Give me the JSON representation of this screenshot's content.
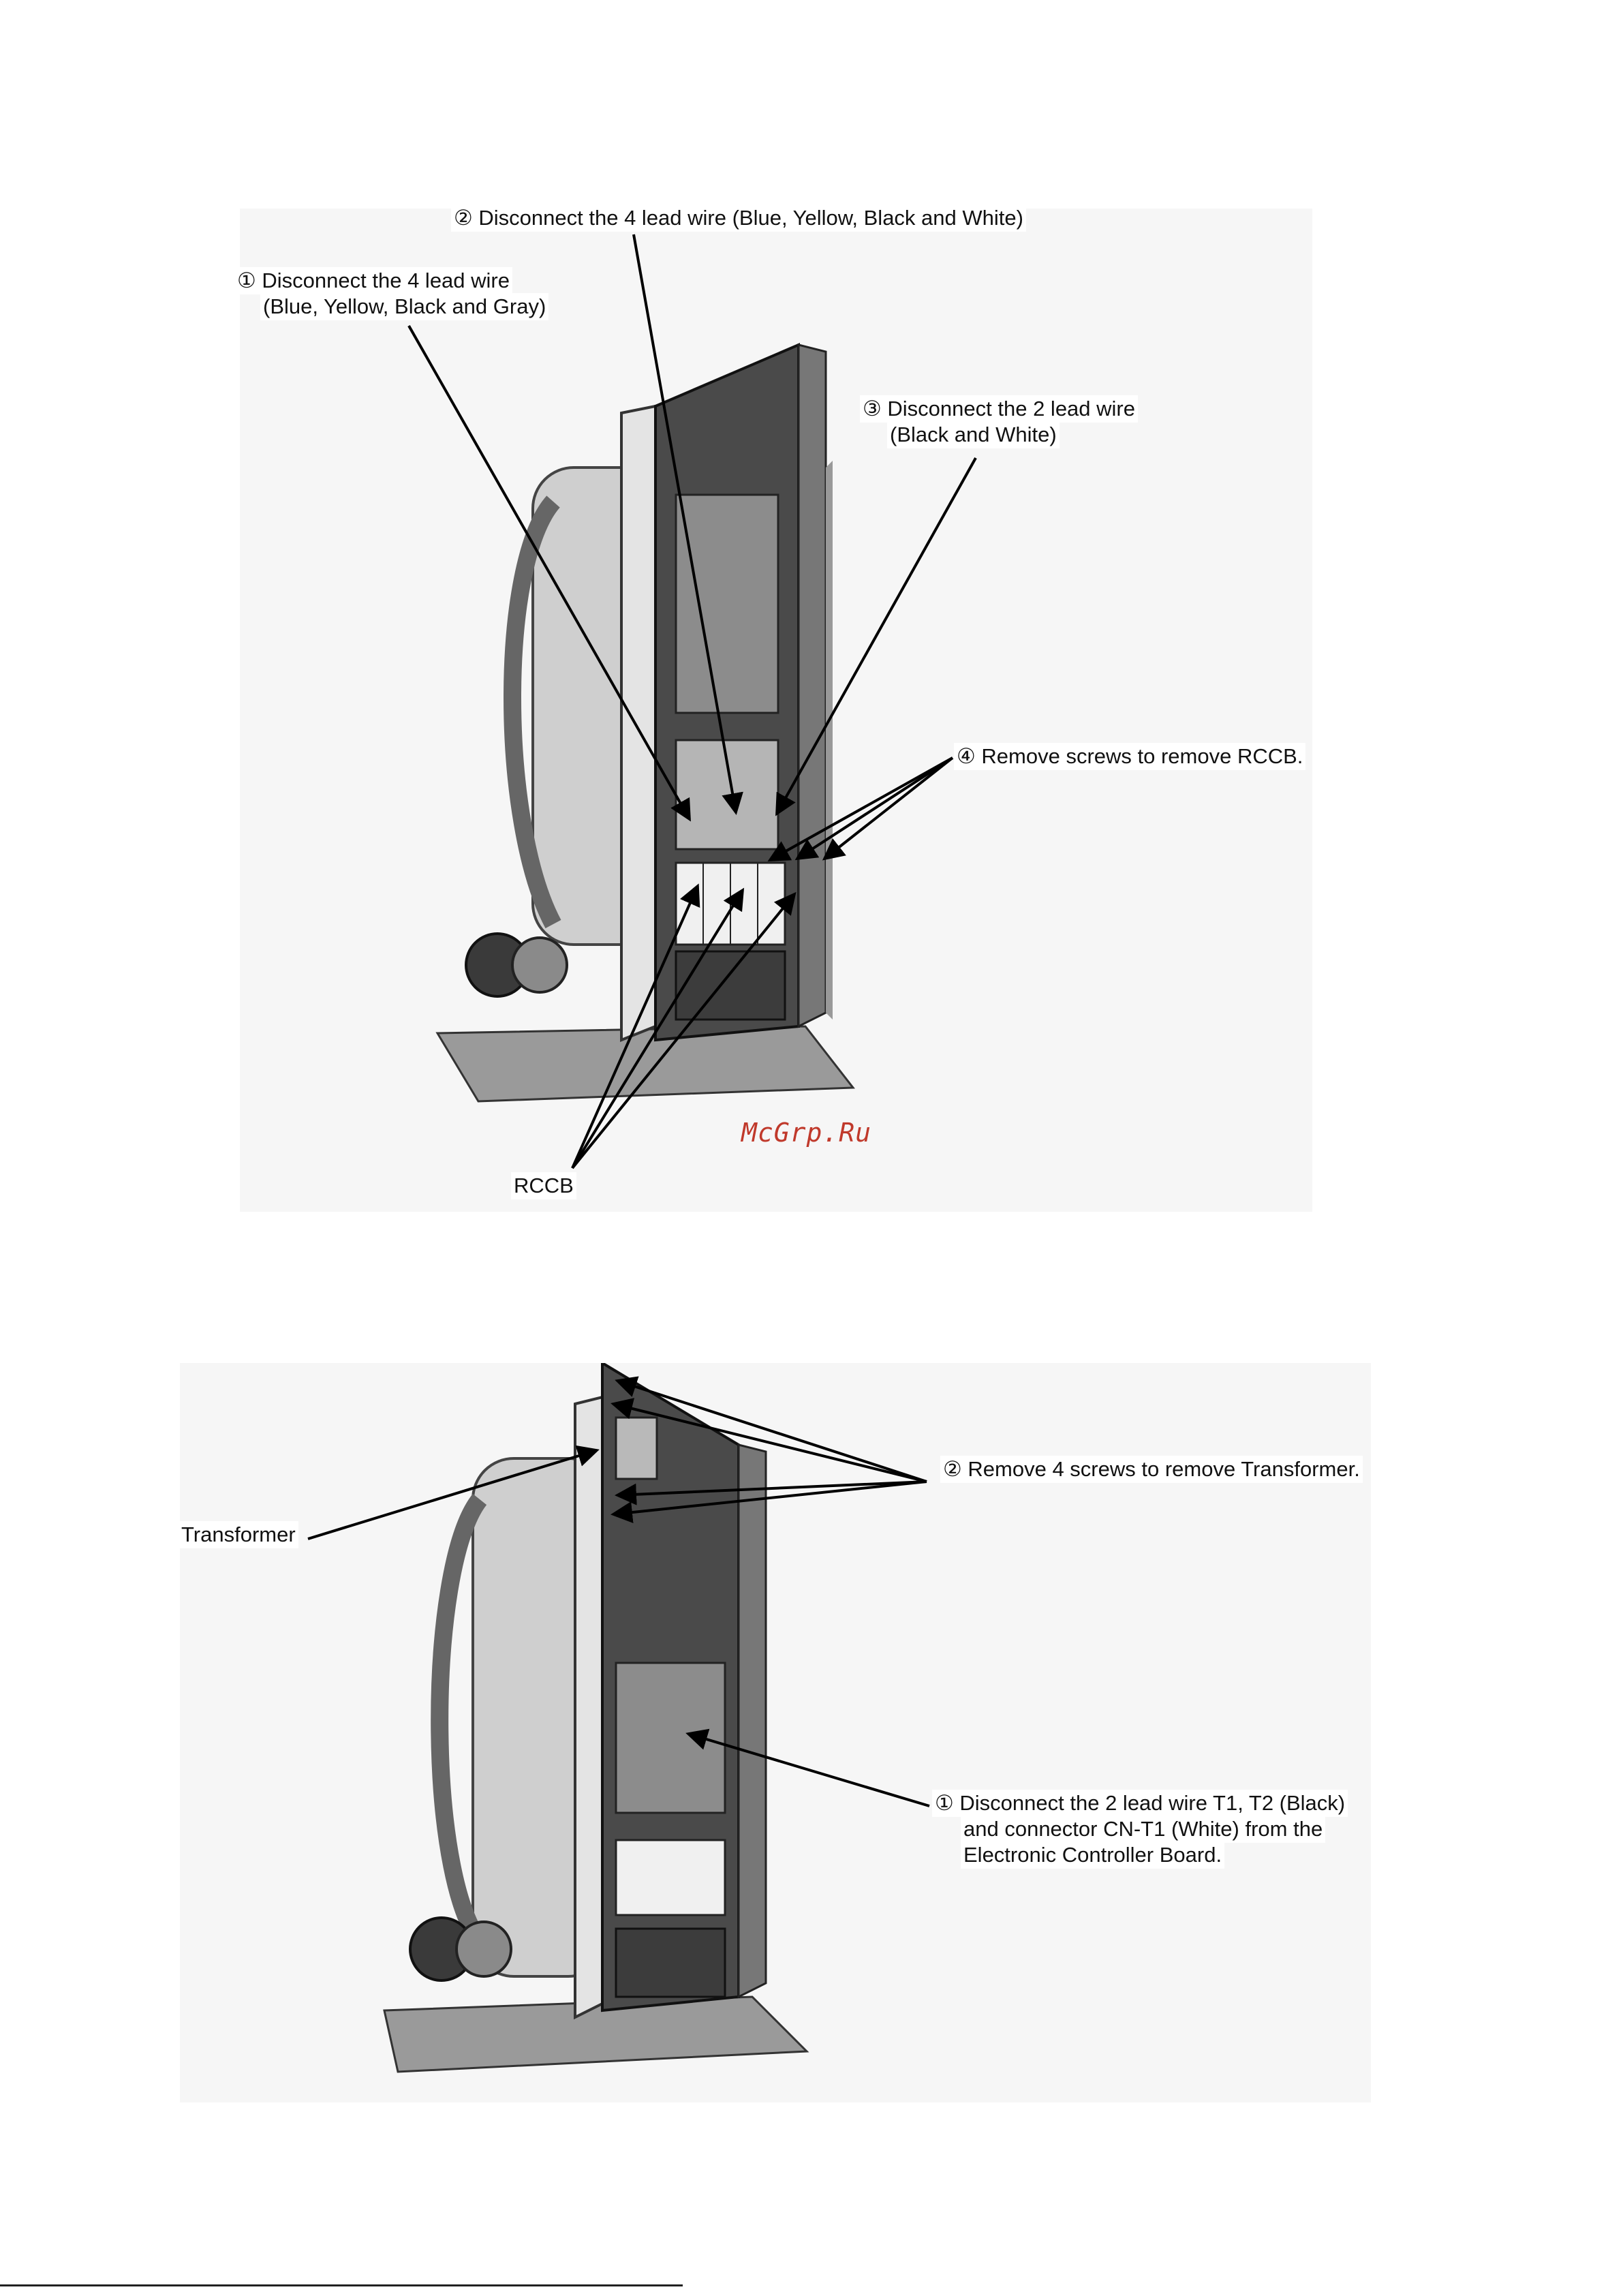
{
  "figure1": {
    "label1_line1": "① Disconnect the 4 lead wire",
    "label1_line2": "(Blue, Yellow, Black and Gray)",
    "label2": "② Disconnect the 4 lead wire (Blue, Yellow, Black and White)",
    "label3_line1": "③ Disconnect the 2 lead wire",
    "label3_line2": "(Black and White)",
    "label4": "④ Remove screws to remove RCCB.",
    "rccb": "RCCB"
  },
  "watermark": "McGrp.Ru",
  "figure2": {
    "transformer": "Transformer",
    "remove_screws": "② Remove 4 screws to remove Transformer.",
    "disconnect_line1": "① Disconnect the 2 lead wire T1, T2 (Black)",
    "disconnect_line2": "and connector CN-T1 (White) from the",
    "disconnect_line3": "Electronic Controller Board."
  }
}
